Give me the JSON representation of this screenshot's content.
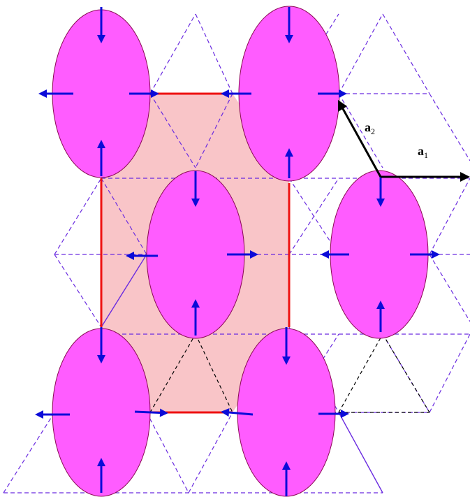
{
  "vectors": {
    "a1": {
      "label": "a",
      "subscript": "1"
    },
    "a2": {
      "label": "a",
      "subscript": "2"
    }
  },
  "colors": {
    "ellipse_fill": "#ff5cff",
    "unit_cell_fill": "#f9c5c8",
    "unit_cell_edge": "#ee1111",
    "lattice_dashed": "#6a2be0",
    "spin_arrow": "#0b0bd8",
    "basis_vector": "#000000"
  },
  "elements": {
    "ellipse_count": 6,
    "spin_arrows_per_ellipse": 4
  }
}
